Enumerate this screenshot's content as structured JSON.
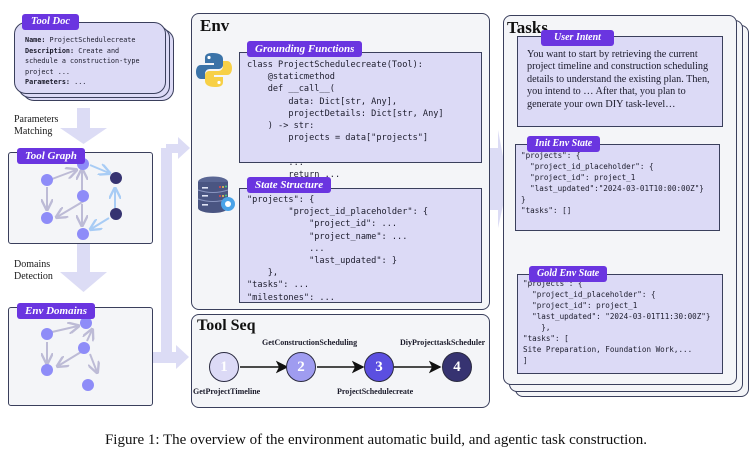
{
  "tool_doc": {
    "tag": "Tool Doc",
    "name_key": "Name:",
    "name_val": " ProjectSchedulecreate",
    "desc_key": "Description:",
    "desc_val": " Create and",
    "desc_line2": "schedule a construction-type",
    "desc_line3": "project ...",
    "params_key": "Parameters:",
    "params_val": " ..."
  },
  "flow_labels": {
    "parameters_matching": [
      "Parameters",
      "Matching"
    ],
    "domains_detection": [
      "Domains",
      "Detection"
    ]
  },
  "tool_graph": {
    "tag": "Tool Graph"
  },
  "env_domains": {
    "tag": "Env Domains"
  },
  "env": {
    "title": "Env",
    "grounding": {
      "tag": "Grounding Functions",
      "code": "class ProjectSchedulecreate(Tool):\n    @staticmethod\n    def __call__(\n        data: Dict[str, Any],\n        projectDetails: Dict[str, Any]\n    ) -> str:\n        projects = data[\"projects\"]\n\n        ...\n        return ..."
    },
    "state": {
      "tag": "State Structure",
      "code": "\"projects\": {\n        \"project_id_placeholder\": {\n            \"project_id\": ...\n            \"project_name\": ...\n            ...\n            \"last_updated\": }\n    },\n\"tasks\": ...\n\"milestones\": ..."
    }
  },
  "tool_seq": {
    "title": "Tool Seq",
    "steps": [
      {
        "num": "1",
        "label": "GetProjectTimeline",
        "color": "#dcdaf6"
      },
      {
        "num": "2",
        "label": "GetConstructionScheduling",
        "color": "#9f9cf0"
      },
      {
        "num": "3",
        "label": "ProjectSchedulecreate",
        "color": "#5b4fe0"
      },
      {
        "num": "4",
        "label": "DiyProjecttaskScheduler",
        "color": "#363371"
      }
    ]
  },
  "tasks": {
    "title": "Tasks",
    "user_intent": {
      "tag": "User Intent",
      "text": "You want to start by retrieving the current project timeline and construction scheduling details to understand the existing plan. Then, you intend to … After that, you plan to generate your own DIY task-level…"
    },
    "init_state": {
      "tag": "Init Env State",
      "code": "\"projects\": {\n  \"project_id_placeholder\": {\n  \"project_id\": project_1\n  \"last_updated\":\"2024-03-01T10:00:00Z\"}\n}\n\"tasks\": []"
    },
    "gold_state": {
      "tag": "Gold Env State",
      "code": "\"projects\": {\n  \"project_id_placeholder\": {\n  \"project_id\": project_1\n  \"last_updated\": \"2024-03-01T11:30:00Z\"}\n    },\n\"tasks\": [\nSite Preparation, Foundation Work,...\n]"
    }
  },
  "caption": "Figure 1: The overview of the environment automatic build, and agentic task construction.",
  "colors": {
    "accent_purple": "#6a35e0",
    "lavender": "#dcdaf6",
    "node_light": "#8e8cf8",
    "node_dark": "#363371",
    "arrow_flow": "#dcdcf5"
  }
}
